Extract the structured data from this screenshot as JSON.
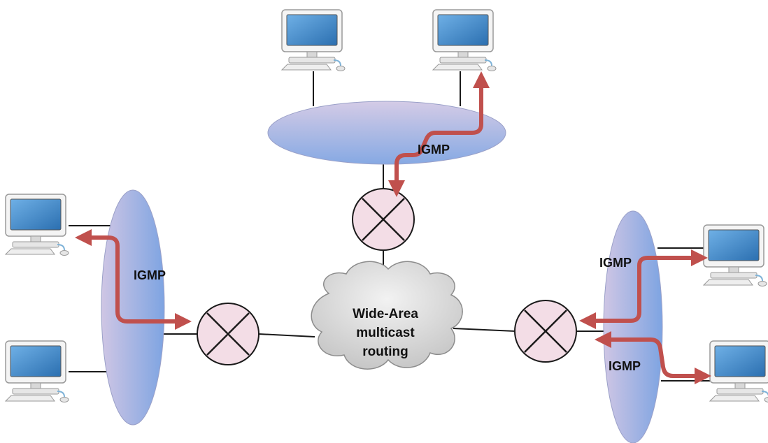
{
  "labels": {
    "igmp_top": "IGMP",
    "igmp_left": "IGMP",
    "igmp_right_upper": "IGMP",
    "igmp_right_lower": "IGMP"
  },
  "cloud": {
    "line1": "Wide-Area",
    "line2": "multicast",
    "line3": "routing"
  },
  "colors": {
    "lan_gradient_start": "#c8bfe0",
    "lan_gradient_end": "#7fa6e0",
    "router_fill": "#f3dde6",
    "arrow": "#c0504d",
    "cloud_fill": "#d4d4d4",
    "screen": "#3f86c6"
  }
}
